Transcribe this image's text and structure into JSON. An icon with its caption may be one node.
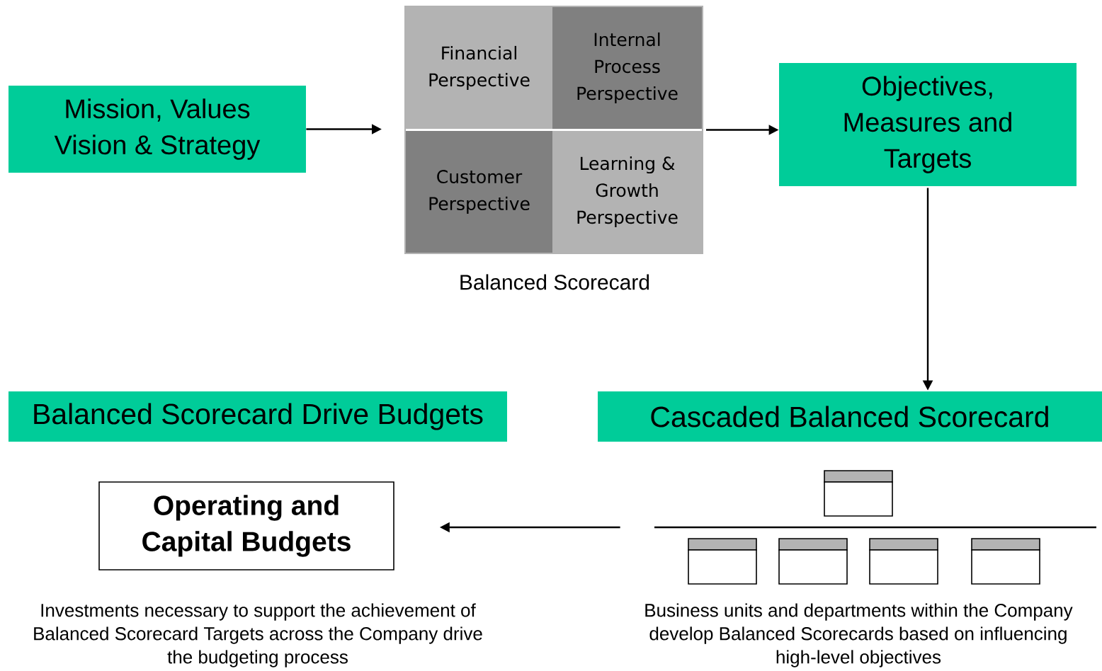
{
  "diagram": {
    "nodes": [
      {
        "text": [
          "Mission, Values Vision & Strategy"
        ]
      },
      {
        "text": [],
        "shape": "box",
        "beside": [
          "Balanced Scorecard"
        ]
      },
      {
        "text": [
          "Financial Perspective"
        ],
        "in": 1
      },
      {
        "text": [
          "Internal Process Perspective"
        ],
        "in": 1
      },
      {
        "text": [
          "Customer Perspective"
        ],
        "in": 1
      },
      {
        "text": [
          "Learning & Growth Perspective"
        ],
        "in": 1
      },
      {
        "text": [
          "Objectives, Measures and Targets"
        ]
      },
      {
        "text": [
          "Balanced Scorecard Drive Budgets"
        ]
      },
      {
        "text": [
          "Cascaded Balanced Scorecard"
        ]
      },
      {
        "text": [
          "Operating and Capital Budgets"
        ],
        "beside": [
          "Investments necessary to support the achievement of Balanced Scorecard Targets across the Company drive the budgeting process"
        ]
      },
      {
        "text": [],
        "shape": "picture",
        "beside": [
          "Business units and departments within the Company develop Balanced Scorecards based on influencing high-level objectives"
        ]
      }
    ],
    "edges": [
      {
        "from": 0,
        "to": 1,
        "arrow": "to"
      },
      {
        "from": 1,
        "to": 6,
        "arrow": "to"
      },
      {
        "from": 6,
        "to": 8,
        "arrow": "to"
      },
      {
        "from": 10,
        "to": 9,
        "arrow": "to"
      }
    ]
  }
}
